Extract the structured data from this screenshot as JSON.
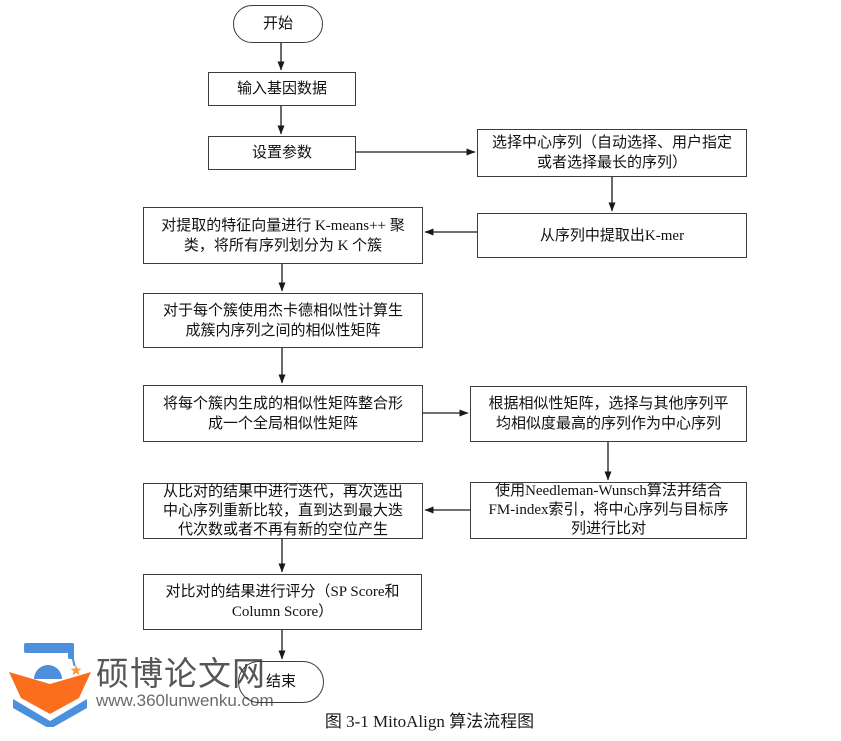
{
  "page": {
    "background": "#ffffff",
    "line_color": "#1a1a1a",
    "border_color": "#3d3d3d"
  },
  "flowchart": {
    "caption": "图 3-1 MitoAlign 算法流程图",
    "nodes": {
      "start": {
        "shape": "terminal",
        "label": "开始"
      },
      "input_data": {
        "shape": "process",
        "label": "输入基因数据"
      },
      "set_params": {
        "shape": "process",
        "label": "设置参数"
      },
      "select_center": {
        "shape": "process",
        "label": "选择中心序列（自动选择、用户指定\n或者选择最长的序列）"
      },
      "extract_kmer": {
        "shape": "process",
        "label": "从序列中提取出K-mer"
      },
      "kmeans_cluster": {
        "shape": "process",
        "label": "对提取的特征向量进行 K-means++ 聚\n类，将所有序列划分为 K 个簇"
      },
      "jaccard_similarity": {
        "shape": "process",
        "label": "对于每个簇使用杰卡德相似性计算生\n成簇内序列之间的相似性矩阵"
      },
      "merge_matrix": {
        "shape": "process",
        "label": "将每个簇内生成的相似性矩阵整合形\n成一个全局相似性矩阵"
      },
      "choose_center": {
        "shape": "process",
        "label": "根据相似性矩阵，选择与其他序列平\n均相似度最高的序列作为中心序列"
      },
      "nw_align": {
        "shape": "process",
        "label": "使用Needleman-Wunsch算法并结合\nFM-index索引，将中心序列与目标序\n列进行比对"
      },
      "iterate": {
        "shape": "process",
        "label": "从比对的结果中进行迭代，再次选出\n中心序列重新比较，直到达到最大迭\n代次数或者不再有新的空位产生"
      },
      "score": {
        "shape": "process",
        "label": "对比对的结果进行评分（SP Score和\nColumn Score）"
      },
      "end": {
        "shape": "terminal",
        "label": "结束"
      }
    },
    "edges": [
      {
        "from": "start",
        "to": "input_data"
      },
      {
        "from": "input_data",
        "to": "set_params"
      },
      {
        "from": "set_params",
        "to": "select_center"
      },
      {
        "from": "select_center",
        "to": "extract_kmer"
      },
      {
        "from": "extract_kmer",
        "to": "kmeans_cluster"
      },
      {
        "from": "kmeans_cluster",
        "to": "jaccard_similarity"
      },
      {
        "from": "jaccard_similarity",
        "to": "merge_matrix"
      },
      {
        "from": "merge_matrix",
        "to": "choose_center"
      },
      {
        "from": "choose_center",
        "to": "nw_align"
      },
      {
        "from": "nw_align",
        "to": "iterate"
      },
      {
        "from": "iterate",
        "to": "score"
      },
      {
        "from": "score",
        "to": "end"
      }
    ]
  },
  "watermark": {
    "site_name": "硕博论文网",
    "site_url": "www.360lunwenku.com",
    "logo_icon": "graduation-cap-open-book-icon",
    "colors": {
      "blue": "#4b8fdd",
      "orange": "#fa6e1e",
      "text_gray": "#565656"
    }
  }
}
